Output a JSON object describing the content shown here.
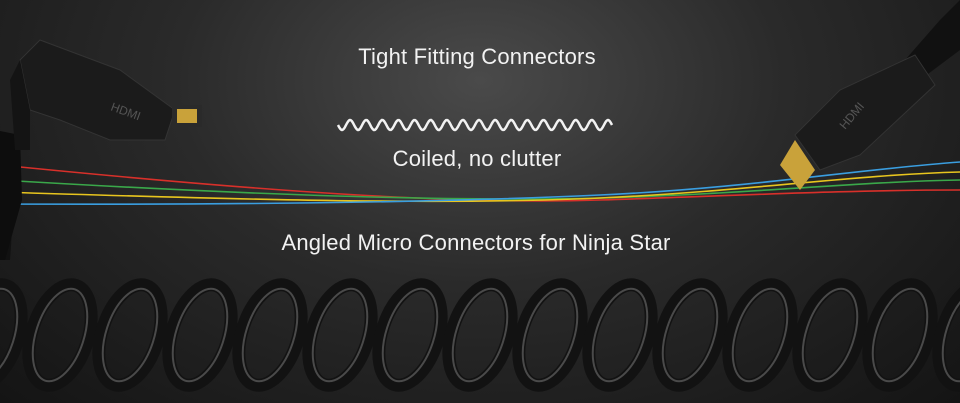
{
  "banner": {
    "headline_top": "Tight Fitting Connectors",
    "headline_middle": "Coiled, no clutter",
    "headline_bottom": "Angled Micro Connectors for Ninja Star",
    "connector_logo": "HDMI"
  },
  "colors": {
    "text": "#f2f2f2",
    "line_red": "#d8302a",
    "line_green": "#3aa84a",
    "line_yellow": "#e8c51e",
    "line_blue": "#3a9ee0",
    "cable": "#161616"
  }
}
